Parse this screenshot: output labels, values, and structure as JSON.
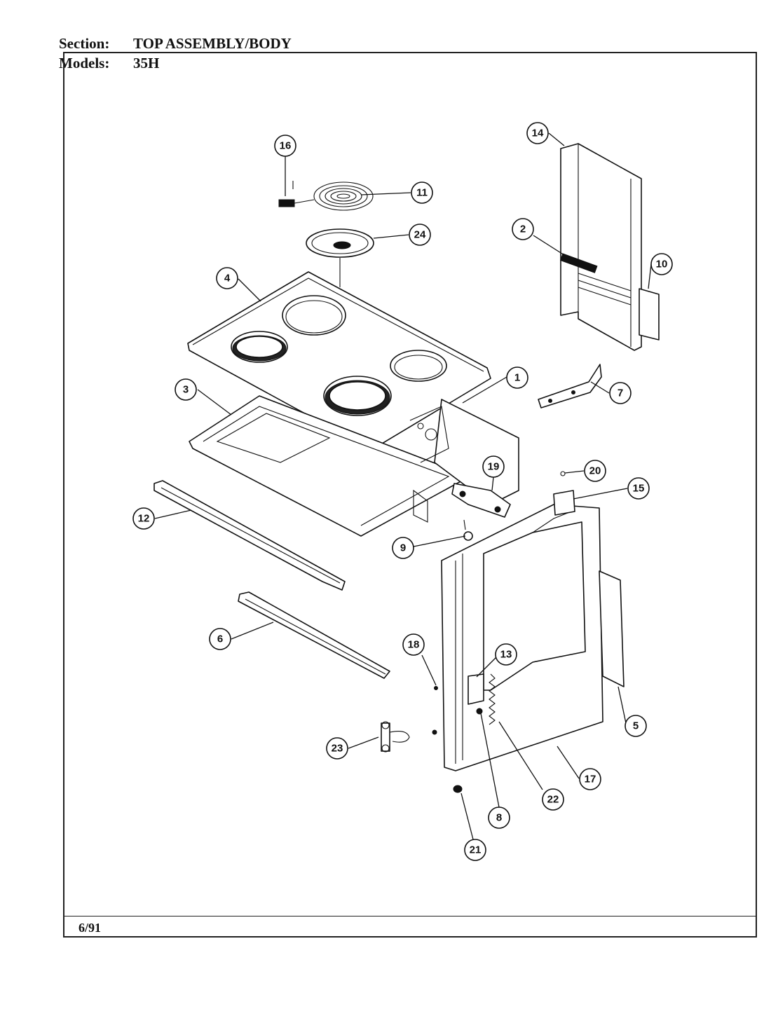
{
  "header": {
    "section_label": "Section:",
    "section_value": "TOP ASSEMBLY/BODY",
    "models_label": "Models:",
    "models_value": "35H"
  },
  "footer": {
    "date": "6/91"
  },
  "callouts": [
    "1",
    "2",
    "3",
    "4",
    "5",
    "6",
    "7",
    "8",
    "9",
    "10",
    "11",
    "12",
    "13",
    "14",
    "15",
    "16",
    "17",
    "18",
    "19",
    "20",
    "21",
    "22",
    "23",
    "24"
  ]
}
